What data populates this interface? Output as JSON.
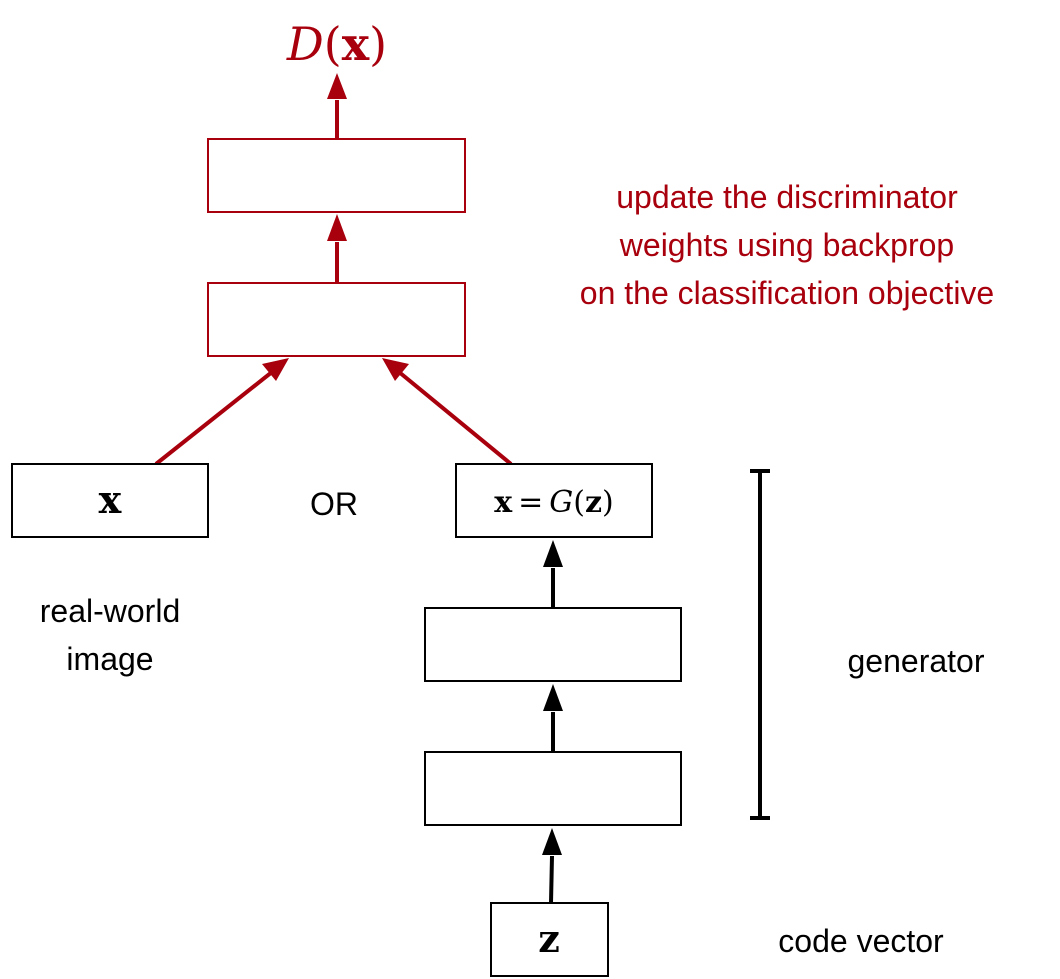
{
  "colors": {
    "discriminator": "#a8000d",
    "generator": "#000000"
  },
  "labels": {
    "output": {
      "fn": "D",
      "arg": "x"
    },
    "annotation": [
      "update the discriminator",
      "weights using backprop",
      "on the classification objective"
    ],
    "real_input": "x",
    "or": "OR",
    "generated_input": {
      "lhs": "x",
      "eq": "=",
      "fn": "G",
      "arg": "z"
    },
    "real_caption": [
      "real-world",
      "image"
    ],
    "generator_caption": "generator",
    "code_input": "z",
    "code_caption": "code vector"
  }
}
